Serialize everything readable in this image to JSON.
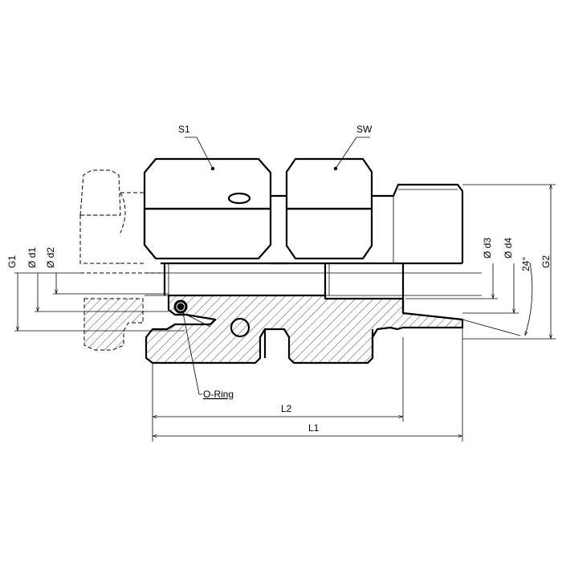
{
  "labels": {
    "s1": "S1",
    "sw": "SW",
    "g1": "G1",
    "d1": "Ø d1",
    "d2": "Ø d2",
    "d3": "Ø d3",
    "d4": "Ø d4",
    "angle": "24°",
    "g2": "G2",
    "oring": "O-Ring",
    "l1": "L1",
    "l2": "L2"
  }
}
